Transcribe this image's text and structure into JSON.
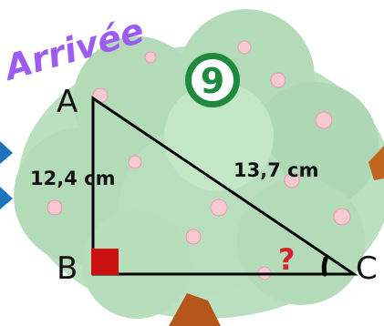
{
  "header": {
    "title": "Arrivée",
    "level_number": "9"
  },
  "triangle": {
    "vertex_a": "A",
    "vertex_b": "B",
    "vertex_c": "C",
    "side_ab": "12,4 cm",
    "side_ac": "13,7 cm",
    "unknown_angle_mark": "?"
  },
  "colors": {
    "title": "#9b5cf2",
    "badge_ring": "#1e8a3e",
    "right_angle_marker": "#cc1111",
    "question_mark": "#d4232b",
    "bush": "#8fc896"
  }
}
